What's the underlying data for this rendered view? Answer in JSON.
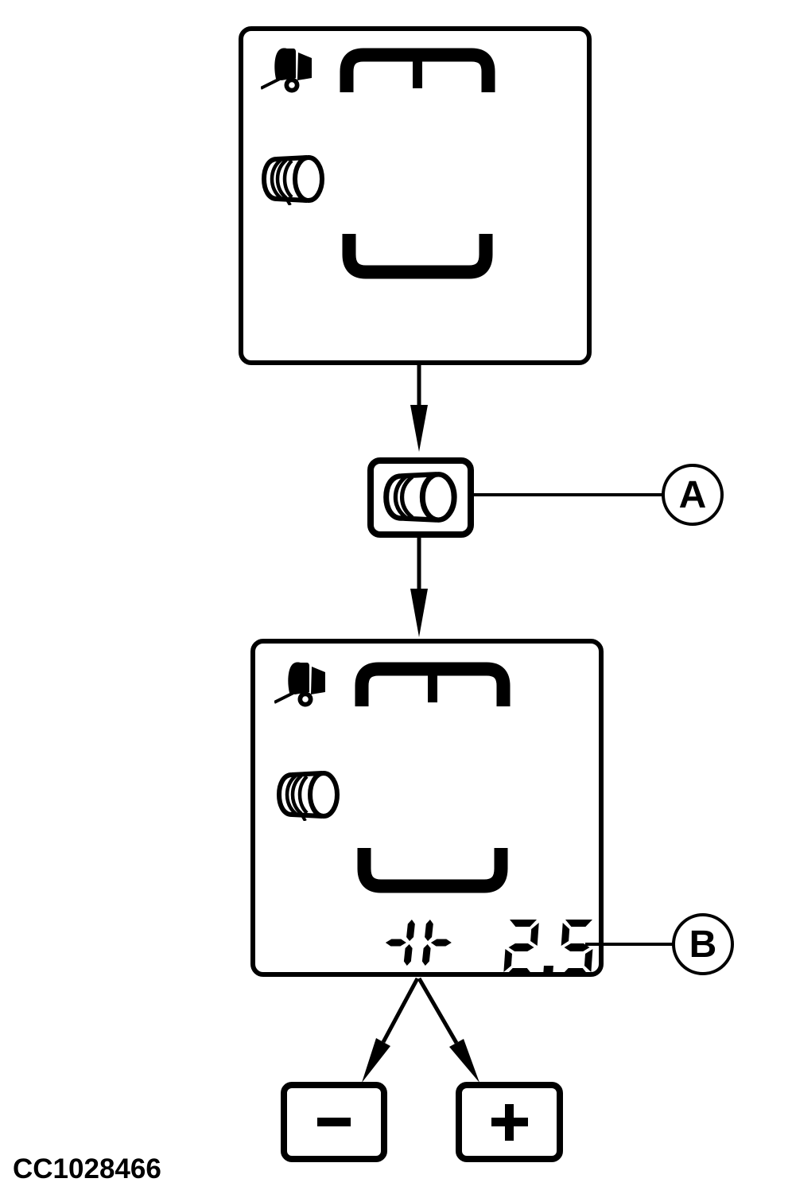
{
  "colors": {
    "ink": "#000000",
    "background": "#ffffff"
  },
  "screen_initial": {
    "icons": [
      "baler-icon",
      "bale-chamber-top-icon",
      "round-bale-icon",
      "bale-chamber-bottom-icon"
    ]
  },
  "bale_select_button": {
    "icon": "round-bale-icon"
  },
  "callout_a": "A",
  "screen_adjust": {
    "icons": [
      "baler-icon",
      "bale-chamber-top-icon",
      "round-bale-icon",
      "bale-chamber-bottom-icon",
      "size-adjust-arrows-icon"
    ],
    "lcd_value": "2.5"
  },
  "callout_b": "B",
  "minus_button_symbol": "−",
  "plus_button_symbol": "+",
  "caption": "CC1028466"
}
